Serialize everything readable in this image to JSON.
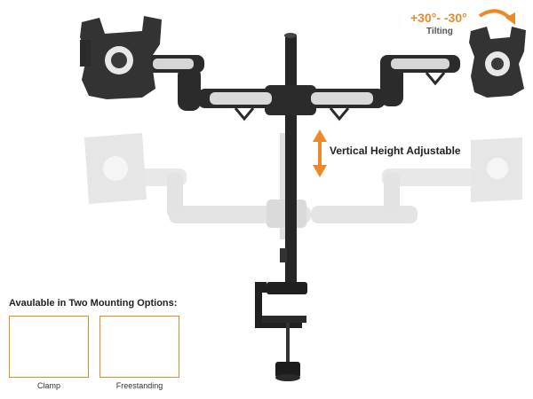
{
  "callouts": {
    "tilt_range": "+30°- -30°",
    "tilt_label": "Tilting",
    "height_label": "Vertical Height Adjustable"
  },
  "mounting_options": {
    "title": "Avaulable in Two Mounting Options:",
    "options": [
      {
        "label": "Clamp"
      },
      {
        "label": "Freestanding"
      }
    ]
  },
  "colors": {
    "accent": "#e98a2a",
    "arm": "#2b2b2b",
    "ghost": "#d8d8d8"
  }
}
